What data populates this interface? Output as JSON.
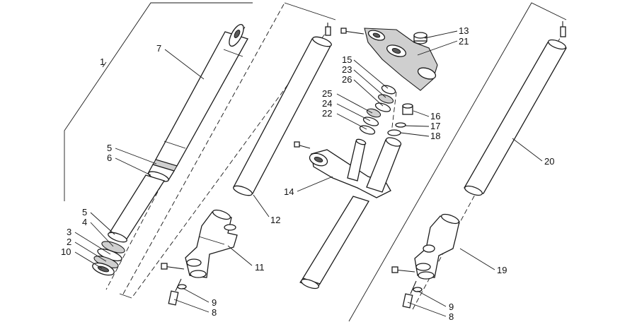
{
  "callouts": [
    {
      "id": "c1",
      "text": "1"
    },
    {
      "id": "c7",
      "text": "7"
    },
    {
      "id": "c5a",
      "text": "5"
    },
    {
      "id": "c6",
      "text": "6"
    },
    {
      "id": "c5b",
      "text": "5"
    },
    {
      "id": "c4",
      "text": "4"
    },
    {
      "id": "c3",
      "text": "3"
    },
    {
      "id": "c2",
      "text": "2"
    },
    {
      "id": "c10",
      "text": "10"
    },
    {
      "id": "c12",
      "text": "12"
    },
    {
      "id": "c11",
      "text": "11"
    },
    {
      "id": "c9a",
      "text": "9"
    },
    {
      "id": "c8a",
      "text": "8"
    },
    {
      "id": "c13",
      "text": "13"
    },
    {
      "id": "c21",
      "text": "21"
    },
    {
      "id": "c15",
      "text": "15"
    },
    {
      "id": "c23",
      "text": "23"
    },
    {
      "id": "c26",
      "text": "26"
    },
    {
      "id": "c25",
      "text": "25"
    },
    {
      "id": "c24",
      "text": "24"
    },
    {
      "id": "c22",
      "text": "22"
    },
    {
      "id": "c16",
      "text": "16"
    },
    {
      "id": "c17",
      "text": "17"
    },
    {
      "id": "c18",
      "text": "18"
    },
    {
      "id": "c14",
      "text": "14"
    },
    {
      "id": "c20",
      "text": "20"
    },
    {
      "id": "c19",
      "text": "19"
    },
    {
      "id": "c9b",
      "text": "9"
    },
    {
      "id": "c8b",
      "text": "8"
    }
  ]
}
